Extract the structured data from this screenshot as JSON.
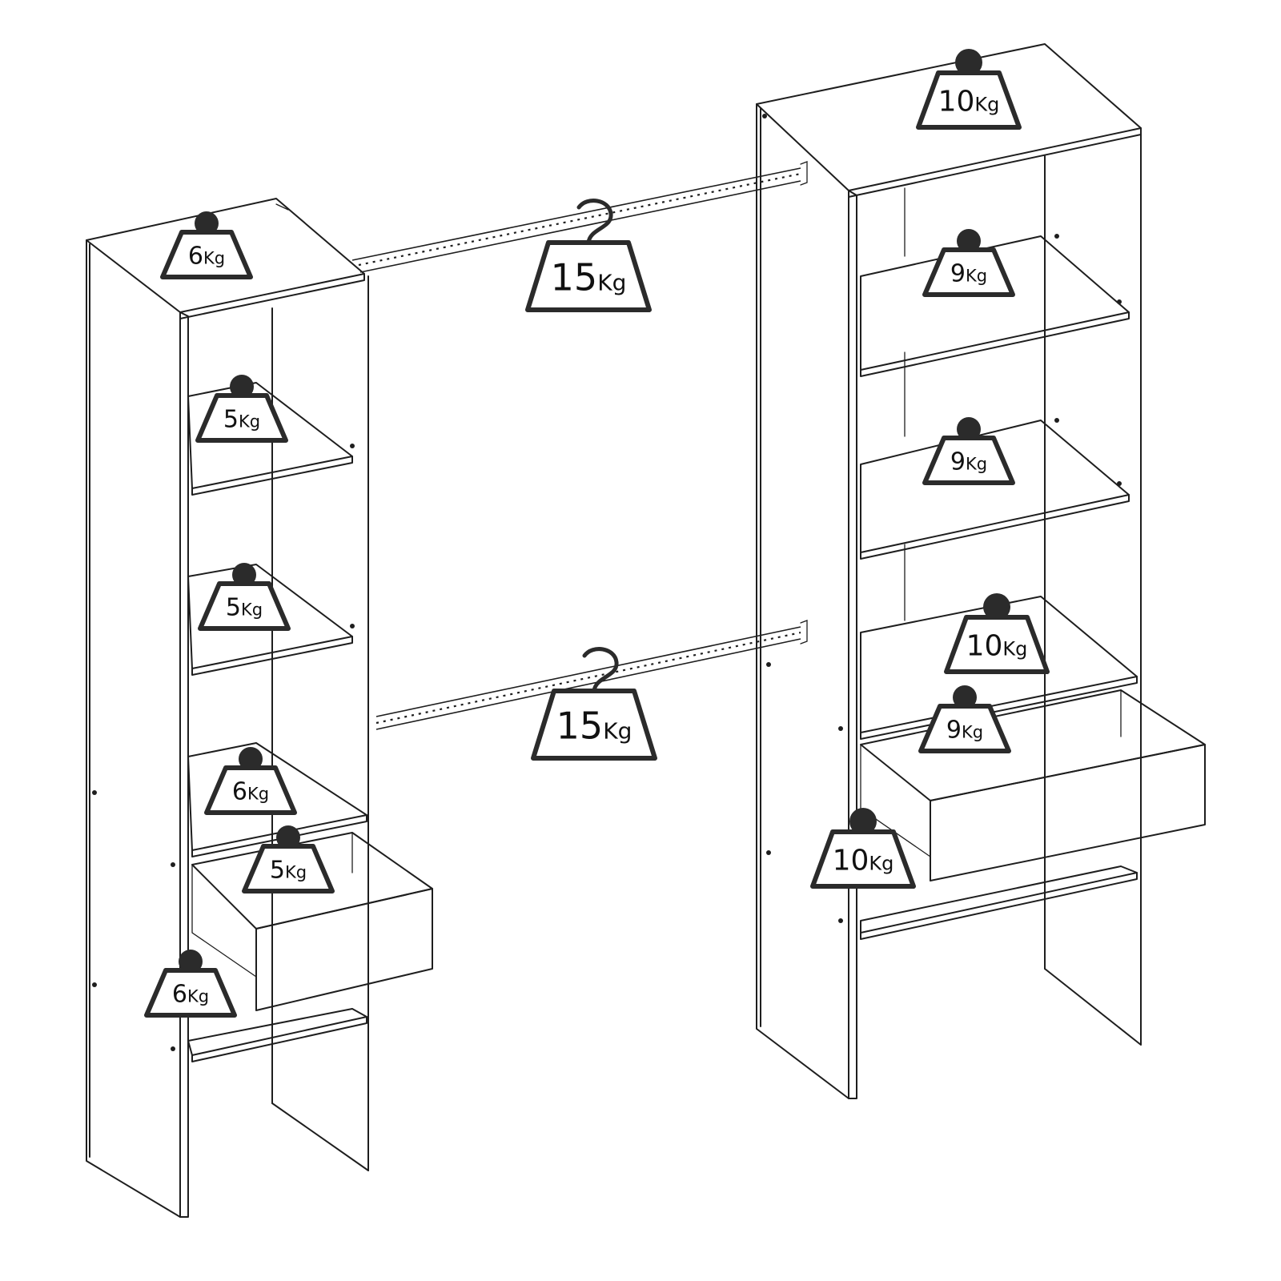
{
  "load_labels": [
    {
      "id": "left-top",
      "value": "6",
      "unit": "Kg",
      "hanger": false,
      "size": "small"
    },
    {
      "id": "left-shelf-1",
      "value": "5",
      "unit": "Kg",
      "hanger": false,
      "size": "small"
    },
    {
      "id": "left-shelf-2",
      "value": "5",
      "unit": "Kg",
      "hanger": false,
      "size": "small"
    },
    {
      "id": "left-shelf-3",
      "value": "6",
      "unit": "Kg",
      "hanger": false,
      "size": "small"
    },
    {
      "id": "left-drawer",
      "value": "5",
      "unit": "Kg",
      "hanger": false,
      "size": "small"
    },
    {
      "id": "left-bottom",
      "value": "6",
      "unit": "Kg",
      "hanger": false,
      "size": "small"
    },
    {
      "id": "rail-upper",
      "value": "15",
      "unit": "Kg",
      "hanger": true,
      "size": "large"
    },
    {
      "id": "rail-lower",
      "value": "15",
      "unit": "Kg",
      "hanger": true,
      "size": "large"
    },
    {
      "id": "right-top",
      "value": "10",
      "unit": "Kg",
      "hanger": false,
      "size": "medium"
    },
    {
      "id": "right-shelf-1",
      "value": "9",
      "unit": "Kg",
      "hanger": false,
      "size": "small"
    },
    {
      "id": "right-shelf-2",
      "value": "9",
      "unit": "Kg",
      "hanger": false,
      "size": "small"
    },
    {
      "id": "right-shelf-3",
      "value": "10",
      "unit": "Kg",
      "hanger": false,
      "size": "medium"
    },
    {
      "id": "right-drawer",
      "value": "9",
      "unit": "Kg",
      "hanger": false,
      "size": "small"
    },
    {
      "id": "right-bottom",
      "value": "10",
      "unit": "Kg",
      "hanger": false,
      "size": "medium"
    }
  ],
  "colors": {
    "line": "#1e1e1e",
    "weight": "#2b2b2b",
    "background": "#ffffff"
  }
}
